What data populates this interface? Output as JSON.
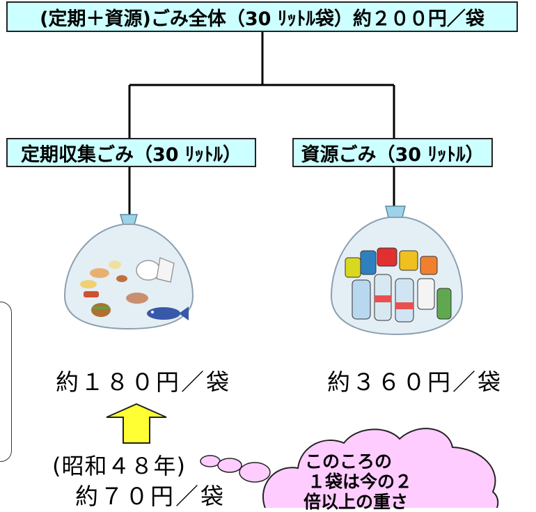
{
  "top_box": {
    "label": "(定期＋資源)ごみ全体（30 ﾘｯﾄﾙ袋）約２００円／袋"
  },
  "left_box": {
    "label": "定期収集ごみ（30 ﾘｯﾄﾙ）"
  },
  "right_box": {
    "label": "資源ごみ（30 ﾘｯﾄﾙ）"
  },
  "left_price": "約１８０円／袋",
  "right_price": "約３６０円／袋",
  "era_label": "(昭和４８年)",
  "old_price": "約７０円／袋",
  "thought": {
    "line1": "このころの",
    "line2": "１袋は今の２",
    "line3": "倍以上の重さ"
  },
  "colors": {
    "box_fill": "#ccffff",
    "arrow_fill": "#ffff33",
    "bubble_fill": "#ffccff"
  }
}
